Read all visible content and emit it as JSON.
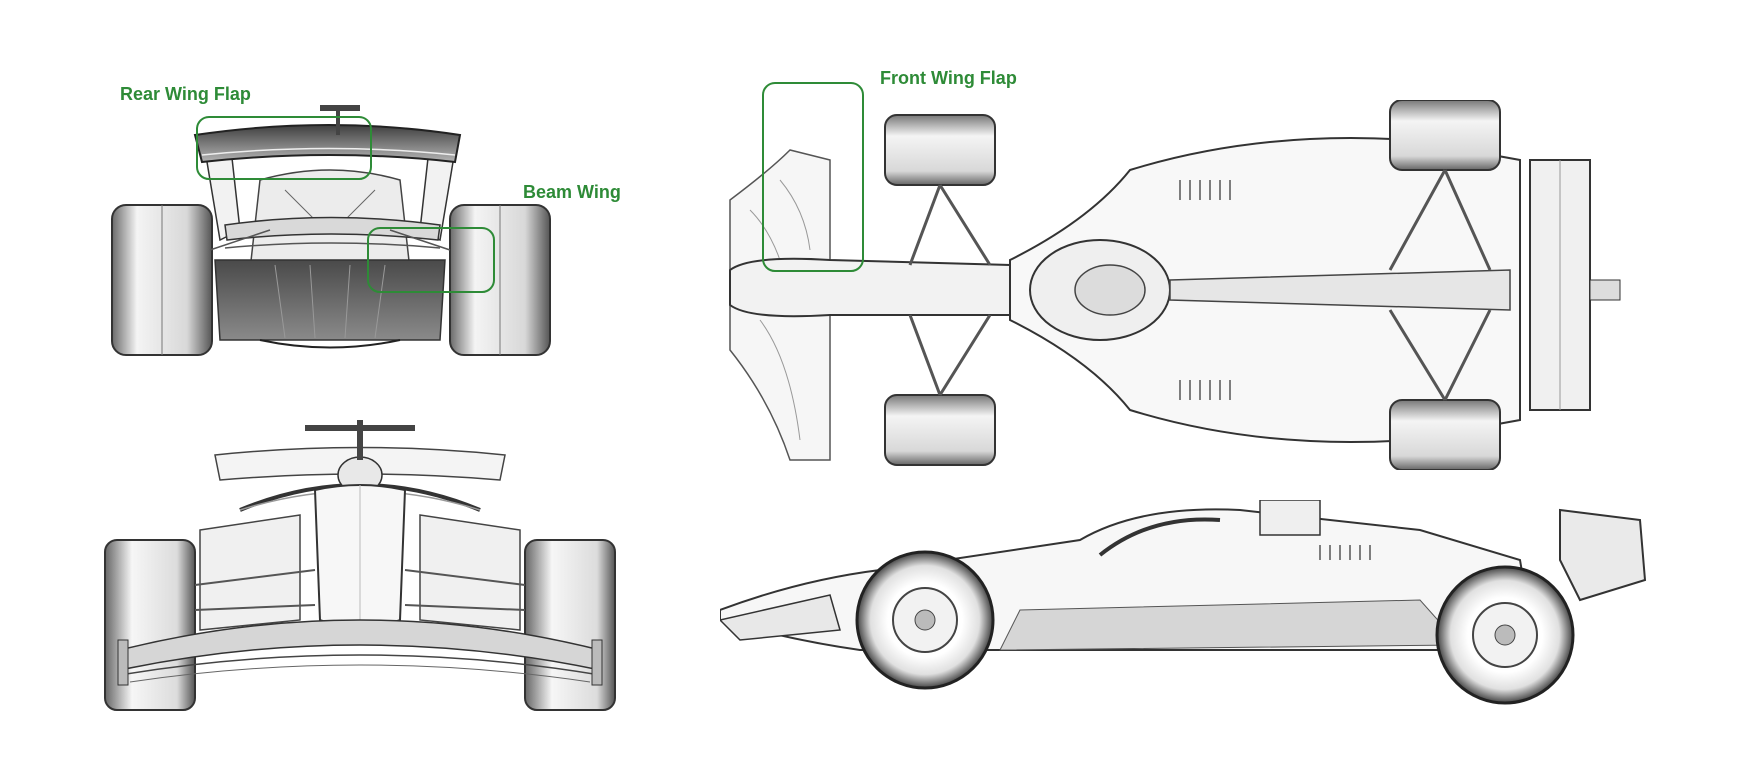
{
  "annotations": {
    "rear_wing_flap": "Rear Wing Flap",
    "beam_wing": "Beam Wing",
    "front_wing_flap": "Front Wing Flap"
  },
  "colors": {
    "annotation": "#2e8b37",
    "outline": "#3a3a3a",
    "shade_dark": "#5a5a5a",
    "shade_light": "#e6e6e6"
  },
  "views": [
    "rear-view",
    "front-view",
    "top-view",
    "side-view"
  ]
}
